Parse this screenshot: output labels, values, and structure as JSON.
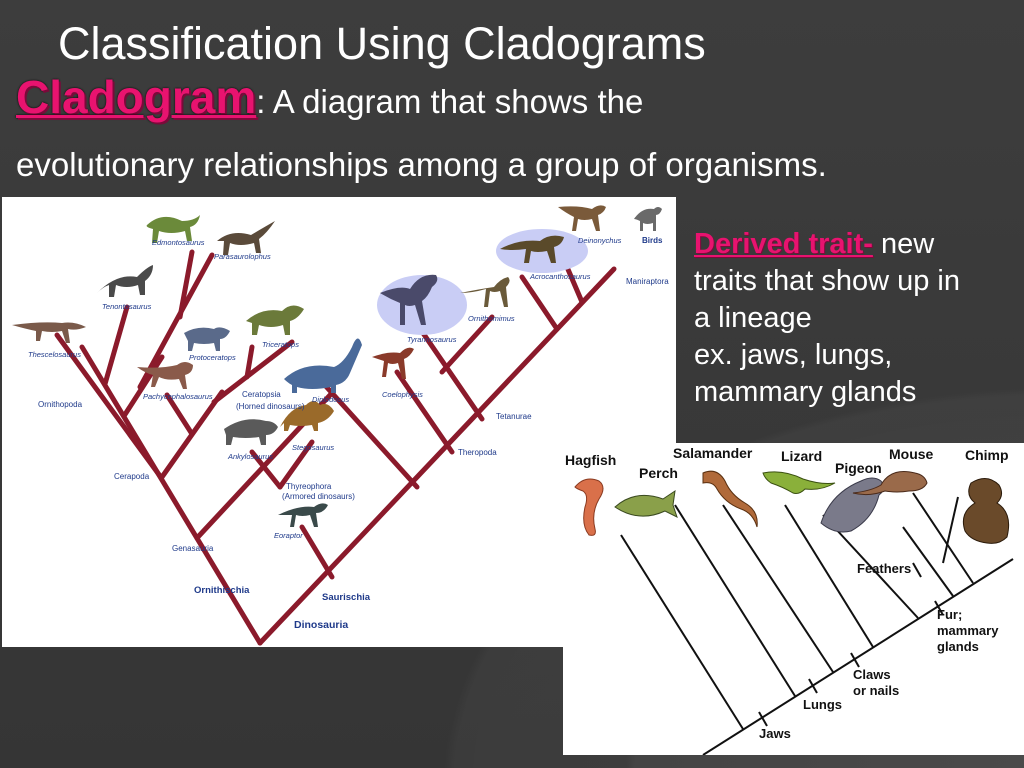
{
  "slide": {
    "title": "Classification Using Cladograms",
    "term": "Cladogram",
    "def_colon": ":  A diagram that shows the",
    "def_line2": "evolutionary relationships among a group of organisms."
  },
  "derived": {
    "term": "Derived trait-",
    "rest": " new",
    "lines": [
      "traits that show up in",
      "a lineage",
      "ex. jaws, lungs,",
      "mammary glands"
    ]
  },
  "dino": {
    "taxa": {
      "edmontosaurus": "Edmontosaurus",
      "parasaurolophus": "Parasaurolophus",
      "tenontosaurus": "Tenontosaurus",
      "thescelosaurus": "Thescelosaurus",
      "ornithopoda": "Ornithopoda",
      "protoceratops": "Protoceratops",
      "triceratops": "Triceratops",
      "pachycephalosaurus": "Pachycephalosaurus",
      "ceratopsia": "Ceratopsia",
      "horned": "(Horned dinosaurs)",
      "diplodocus": "Diplodocus",
      "coelophysis": "Coelophysis",
      "ankylosaurus": "Ankylosaurus",
      "stegosaurus": "Stegosaurus",
      "thyreophora": "Thyreophora",
      "armored": "(Armored dinosaurs)",
      "eoraptor": "Eoraptor",
      "cerapoda": "Cerapoda",
      "genasauria": "Genasauria",
      "ornithischia": "Ornithischia",
      "saurischia": "Saurischia",
      "dinosauria": "Dinosauria",
      "tyrannosaurus": "Tyrannosaurus",
      "ornithomimus": "Ornithomimus",
      "acrocanthosaurus": "Acrocanthosaurus",
      "deinonychus": "Deinonychus",
      "birds": "Birds",
      "maniraptora": "Maniraptora",
      "tetanurae": "Tetanurae",
      "theropoda": "Theropoda"
    }
  },
  "vert": {
    "taxa": {
      "hagfish": "Hagfish",
      "perch": "Perch",
      "salamander": "Salamander",
      "lizard": "Lizard",
      "pigeon": "Pigeon",
      "mouse": "Mouse",
      "chimp": "Chimp"
    },
    "traits": {
      "jaws": "Jaws",
      "lungs": "Lungs",
      "claws1": "Claws",
      "claws2": "or nails",
      "feathers": "Feathers",
      "fur1": "Fur;",
      "fur2": "mammary",
      "fur3": "glands"
    }
  },
  "colors": {
    "accent": "#e8136f",
    "branch": "#8b1a2b",
    "bg": "#3b3b3b",
    "label_blue": "#1f3a8a",
    "highlight": "#c9cdf5"
  }
}
